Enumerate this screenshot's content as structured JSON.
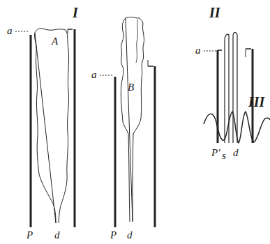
{
  "diagram": {
    "labels": [
      "I",
      "a",
      "A",
      "P",
      "d",
      "a",
      "B",
      "P",
      "d",
      "II",
      "a",
      "P'",
      "s",
      "d",
      "III"
    ]
  }
}
